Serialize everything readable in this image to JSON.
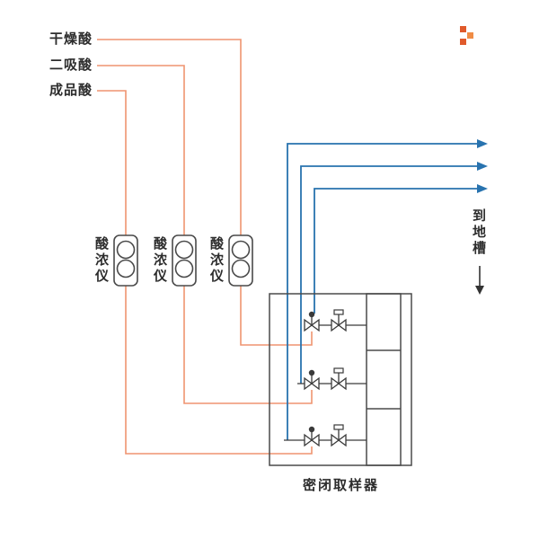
{
  "colors": {
    "orange_line": "#EF9470",
    "blue_line": "#2873AF",
    "stroke_dark": "#4a4a4a",
    "text": "#2d2d2d",
    "logo_a": "#E05A2B",
    "logo_b": "#F08C45"
  },
  "sources": [
    {
      "label": "干燥酸"
    },
    {
      "label": "二吸酸"
    },
    {
      "label": "成品酸"
    }
  ],
  "meters": [
    {
      "label": "酸浓仪"
    },
    {
      "label": "酸浓仪"
    },
    {
      "label": "酸浓仪"
    }
  ],
  "sampler": {
    "label": "密闭取样器"
  },
  "outlet": {
    "label": "到地槽"
  }
}
